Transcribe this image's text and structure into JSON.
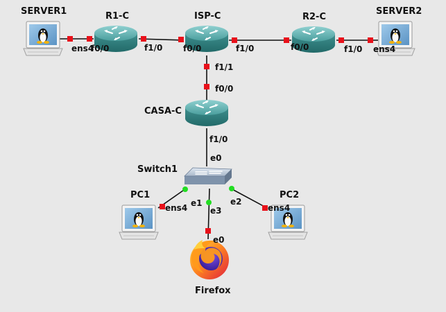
{
  "nodes": {
    "server1": {
      "label": "SERVER1",
      "icon": "linux-host-icon"
    },
    "r1": {
      "label": "R1-C",
      "icon": "router-icon"
    },
    "isp": {
      "label": "ISP-C",
      "icon": "router-icon"
    },
    "r2": {
      "label": "R2-C",
      "icon": "router-icon"
    },
    "server2": {
      "label": "SERVER2",
      "icon": "linux-host-icon"
    },
    "casa": {
      "label": "CASA-C",
      "icon": "router-icon"
    },
    "switch1": {
      "label": "Switch1",
      "icon": "switch-icon"
    },
    "pc1": {
      "label": "PC1",
      "icon": "linux-host-icon"
    },
    "pc2": {
      "label": "PC2",
      "icon": "linux-host-icon"
    },
    "firefox": {
      "label": "Firefox",
      "icon": "firefox-icon"
    }
  },
  "ports": {
    "server1_ens4": "ens4",
    "r1_f00": "f0/0",
    "r1_f10": "f1/0",
    "isp_f00": "f0/0",
    "isp_f10": "f1/0",
    "isp_f11": "f1/1",
    "r2_f00": "f0/0",
    "r2_f10": "f1/0",
    "server2_ens4": "ens4",
    "casa_f00": "f0/0",
    "casa_f10": "f1/0",
    "sw_e0": "e0",
    "sw_e1": "e1",
    "sw_e2": "e2",
    "sw_e3": "e3",
    "pc1_ens4": "ens4",
    "pc2_ens4": "ens4",
    "firefox_e0": "e0"
  },
  "colors": {
    "background": "#e8e8e8",
    "link": "#111111",
    "port_down": "#e8101a",
    "port_up": "#22dd22",
    "router": "#3f8f8e"
  }
}
